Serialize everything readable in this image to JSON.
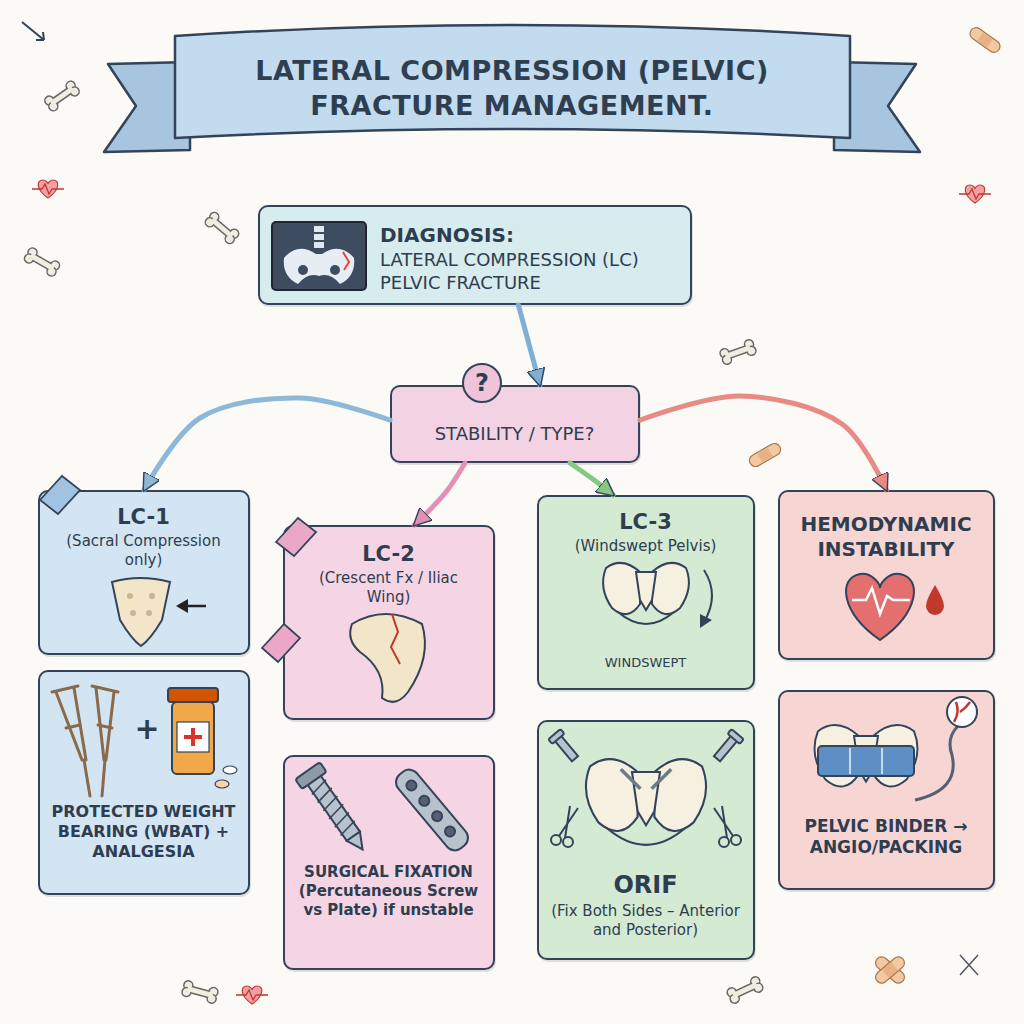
{
  "diagram": {
    "title": "LATERAL COMPRESSION (PELVIC) FRACTURE MANAGEMENT.",
    "nodes": [
      {
        "text": [
          "DIAGNOSIS:",
          "LATERAL COMPRESSION (LC) PELVIC FRACTURE"
        ]
      },
      {
        "text": [
          "?",
          "STABILITY / TYPE?"
        ]
      },
      {
        "text": [
          "LC-1",
          "(Sacral Compression only)"
        ]
      },
      {
        "text": [
          "LC-2",
          "(Crescent Fx / Iliac Wing)"
        ]
      },
      {
        "text": [
          "LC-3",
          "(Windswept Pelvis)",
          "WINDSWEPT"
        ]
      },
      {
        "text": [
          "HEMODYNAMIC INSTABILITY"
        ]
      },
      {
        "text": [
          "+",
          "PROTECTED WEIGHT BEARING (WBAT) + ANALGESIA"
        ]
      },
      {
        "text": [
          "SURGICAL FIXATION (Percutaneous Screw vs Plate) if unstable"
        ]
      },
      {
        "text": [
          "ORIF",
          "(Fix Both Sides – Anterior and Posterior)"
        ]
      },
      {
        "text": [
          "PELVIC BINDER → ANGIO/PACKING"
        ]
      }
    ],
    "edges": [
      {
        "from": 0,
        "to": 1,
        "arrow": "to"
      },
      {
        "from": 1,
        "to": 2,
        "arrow": "to"
      },
      {
        "from": 1,
        "to": 3,
        "arrow": "to"
      },
      {
        "from": 1,
        "to": 4,
        "arrow": "to"
      },
      {
        "from": 1,
        "to": 5,
        "arrow": "to"
      }
    ]
  }
}
